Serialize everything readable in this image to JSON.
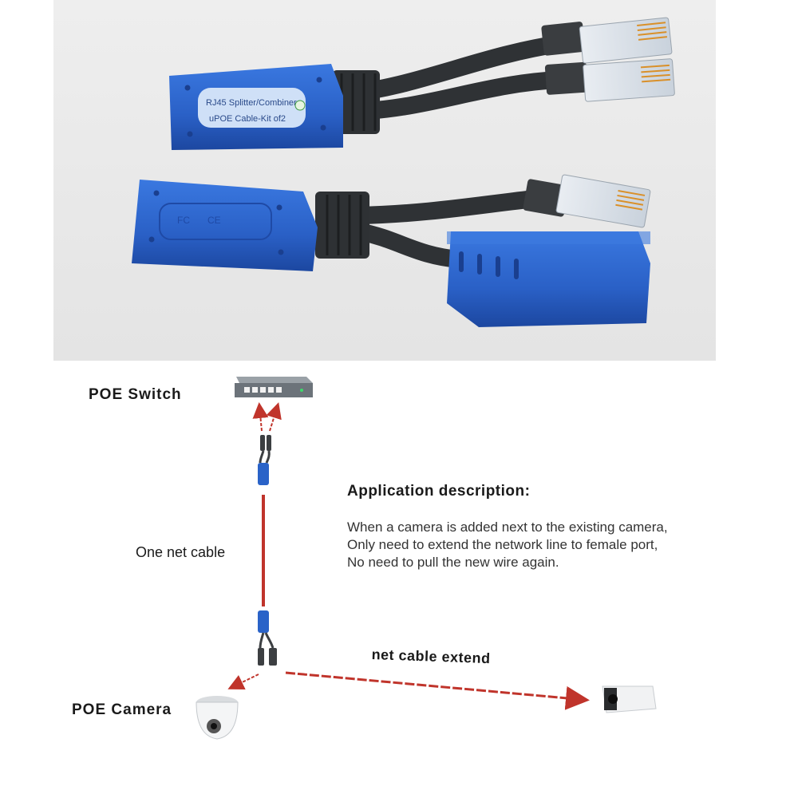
{
  "photo": {
    "splitter_label_line1": "RJ45 Splitter/Combiner",
    "splitter_label_line2": "uPOE Cable-Kit of2",
    "combiner_marks": [
      "FC",
      "CE"
    ]
  },
  "diagram": {
    "switch_label": "POE Switch",
    "camera_label": "POE Camera",
    "cable_label": "One net cable",
    "extend_label": "net cable extend",
    "application": {
      "title": "Application description:",
      "lines": [
        "When a camera is added next to the existing camera,",
        "Only need to extend the network line to female port,",
        "No need to pull the new wire again."
      ]
    },
    "colors": {
      "arrow_red": "#c0342b",
      "adapter_blue": "#2a63c8",
      "cable_dark": "#3c3f42"
    },
    "icons": [
      "poe-switch-icon",
      "dome-camera-icon",
      "bullet-camera-icon",
      "splitter-adapter-icon"
    ]
  }
}
